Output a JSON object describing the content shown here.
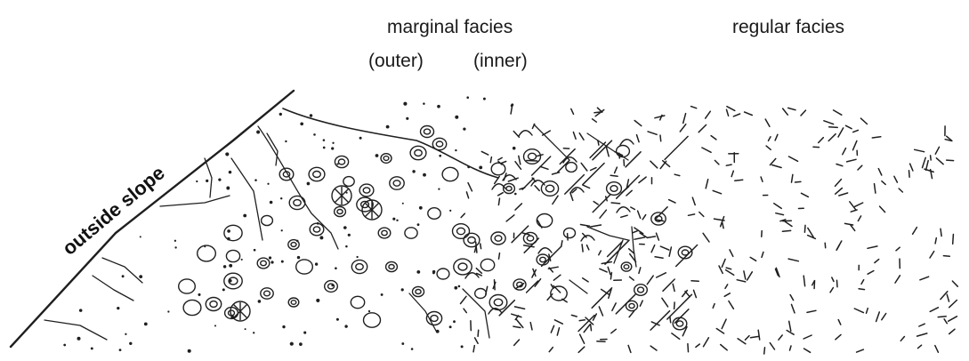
{
  "labels": {
    "marginal": "marginal facies",
    "outer": "(outer)",
    "inner": "(inner)",
    "regular": "regular facies",
    "slope": "outside slope"
  },
  "colors": {
    "ink": "#1f1f1f",
    "paper": "#ffffff"
  }
}
